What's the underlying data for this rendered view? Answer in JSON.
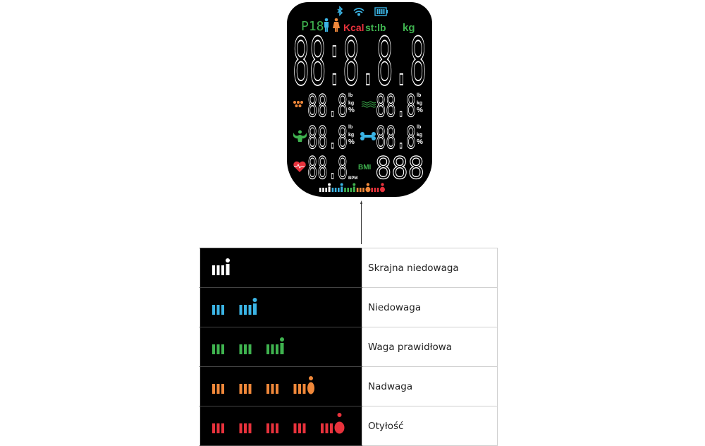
{
  "display": {
    "top_icons": [
      "bluetooth-icon",
      "wifi-icon",
      "battery-icon"
    ],
    "user_label": "P18",
    "gender_icons": [
      "male-icon",
      "female-icon"
    ],
    "kcal_label": "Kcal",
    "stlb_label": "st:lb",
    "kg_label": "kg",
    "main_digits": "88:8.8.8",
    "metrics": [
      {
        "icon": "fat-icon",
        "digits": "88.8",
        "units": [
          "lb",
          "kg",
          "%"
        ],
        "color": "#f0883a"
      },
      {
        "icon": "water-icon",
        "digits": "88.8",
        "units": [
          "lb",
          "kg",
          "%"
        ],
        "color": "#3fb34f"
      },
      {
        "icon": "muscle-icon",
        "digits": "88.8",
        "units": [
          "lb",
          "kg",
          "%"
        ],
        "color": "#3fb34f"
      },
      {
        "icon": "bone-icon",
        "digits": "88.8",
        "units": [
          "lb",
          "kg",
          "%"
        ],
        "color": "#3bb4e5"
      },
      {
        "icon": "heart-rate-icon",
        "digits": "88.8",
        "units": [
          "BPM"
        ],
        "color": "#e8323c"
      },
      {
        "icon": "bmi-label",
        "label": "BMI",
        "digits": "888",
        "units": [],
        "color": "#3fb34f"
      }
    ],
    "colors": {
      "green": "#3fb34f",
      "blue": "#3bb4e5",
      "red": "#e8323c",
      "orange": "#f0883a",
      "white": "#ffffff"
    }
  },
  "legend": [
    {
      "label": "Skrajna niedowaga",
      "color": "#ffffff",
      "groups": 1,
      "end": "i"
    },
    {
      "label": "Niedowaga",
      "color": "#3bb4e5",
      "groups": 2,
      "end": "i"
    },
    {
      "label": "Waga prawidłowa",
      "color": "#3fb34f",
      "groups": 3,
      "end": "i"
    },
    {
      "label": "Nadwaga",
      "color": "#f0883a",
      "groups": 4,
      "end": "body"
    },
    {
      "label": "Otyłość",
      "color": "#e8323c",
      "groups": 5,
      "end": "body"
    }
  ]
}
